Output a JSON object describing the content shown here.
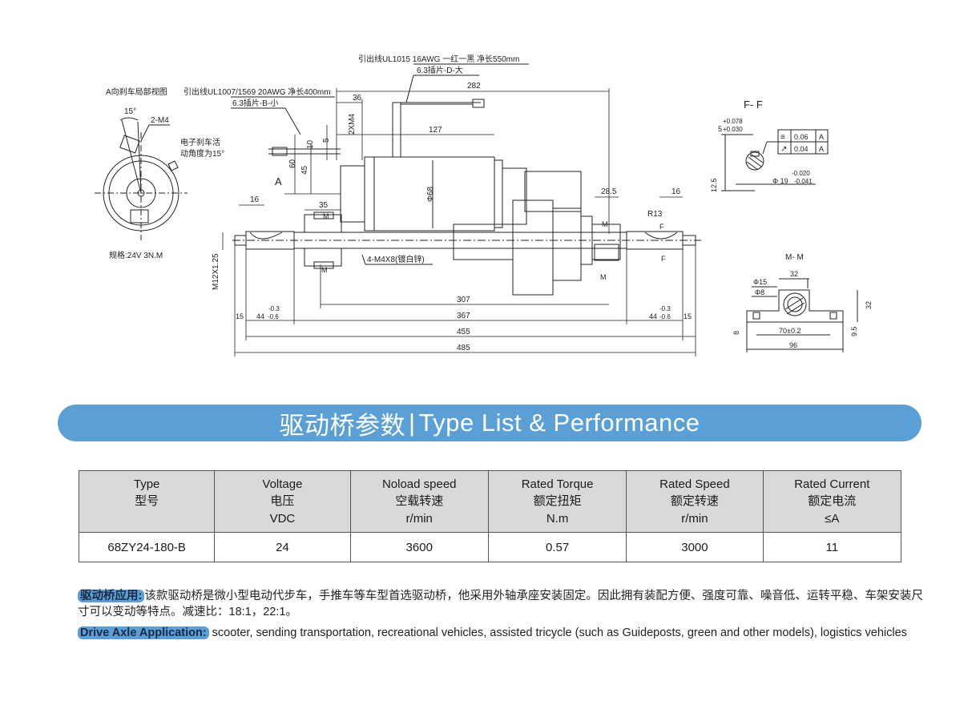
{
  "drawing": {
    "wire_top": "引出线UL1015 16AWG 一红一黑 净长550mm",
    "plug_top": "6.3插片-D-大",
    "view_a_title": "A向刹车局部视图",
    "wire_left": "引出线UL1007/1569 20AWG 净长400mm",
    "plug_left": "6.3插片-B-小",
    "angle_15": "15°",
    "hole_2m4": "2-M4",
    "brake_note_1": "电子刹车活",
    "brake_note_2": "动角度为15°",
    "spec_label": "规格:24V 3N.M",
    "dim_282": "282",
    "dim_36": "36",
    "dim_2xm4": "2XM4",
    "dim_127": "127",
    "dim_5": "5",
    "dim_10": "10",
    "dim_60": "60",
    "dim_45": "45",
    "label_a": "A",
    "dim_phi68": "Φ68",
    "dim_16_left": "16",
    "dim_35": "35",
    "label_m": "M",
    "dim_28_5": "28.5",
    "dim_16_right": "16",
    "dim_r13": "R13",
    "label_f": "F",
    "dim_m12": "M12X1.25",
    "dim_4m4": "4-M4X8(镀白锌)",
    "dim_307": "307",
    "dim_367": "367",
    "dim_455": "455",
    "dim_485": "485",
    "dim_15": "15",
    "dim_44_l": "44",
    "tol_44_upper": "-0.3",
    "tol_44_lower": "-0.6",
    "section_ff": "F- F",
    "key_tol_upper": "+0.078",
    "key_tol_lower": "+0.030",
    "key_width": "5",
    "gd_sym_1": "≡",
    "gd_val_1": "0.06",
    "gd_ref_1": "A",
    "gd_sym_2": "↗",
    "gd_val_2": "0.04",
    "gd_ref_2": "A",
    "shaft_tol_upper": "-0.020",
    "shaft_tol_lower": "-0.041",
    "shaft_dia": "Φ 19",
    "dim_12_5": "12.5",
    "section_mm": "M- M",
    "dim_32_top": "32",
    "dim_phi15": "Φ15",
    "dim_phi8": "Φ8",
    "dim_32_side": "32",
    "dim_70": "70±0.2",
    "dim_96": "96",
    "dim_8": "8",
    "dim_9_5": "9.5"
  },
  "banner": {
    "title_cn": "驱动桥参数",
    "separator": "|",
    "title_en": "Type List & Performance"
  },
  "table": {
    "headers": [
      [
        "Type",
        "型号"
      ],
      [
        "Voltage",
        "电压",
        "VDC"
      ],
      [
        "Noload speed",
        "空载转速",
        "r/min"
      ],
      [
        "Rated Torque",
        "额定扭矩",
        "N.m"
      ],
      [
        "Rated Speed",
        "额定转速",
        "r/min"
      ],
      [
        "Rated Current",
        "额定电流",
        "≤A"
      ]
    ],
    "rows": [
      [
        "68ZY24-180-B",
        "24",
        "3600",
        "0.57",
        "3000",
        "11"
      ]
    ]
  },
  "notes": {
    "cn_label": "驱动桥应用:",
    "cn_text": "该款驱动桥是微小型电动代步车，手推车等车型首选驱动桥，他采用外轴承座安装固定。因此拥有装配方便、强度可靠、噪音低、运转平稳、车架安装尺寸可以变动等特点。减速比：18:1，22:1。",
    "en_label": "Drive Axle Application:",
    "en_text": " scooter, sending transportation, recreational vehicles, assisted tricycle (such as Guideposts, green and other models), logistics vehicles"
  },
  "colors": {
    "accent_blue": "#5a9fd6",
    "table_header_bg": "#d9d9d9"
  }
}
